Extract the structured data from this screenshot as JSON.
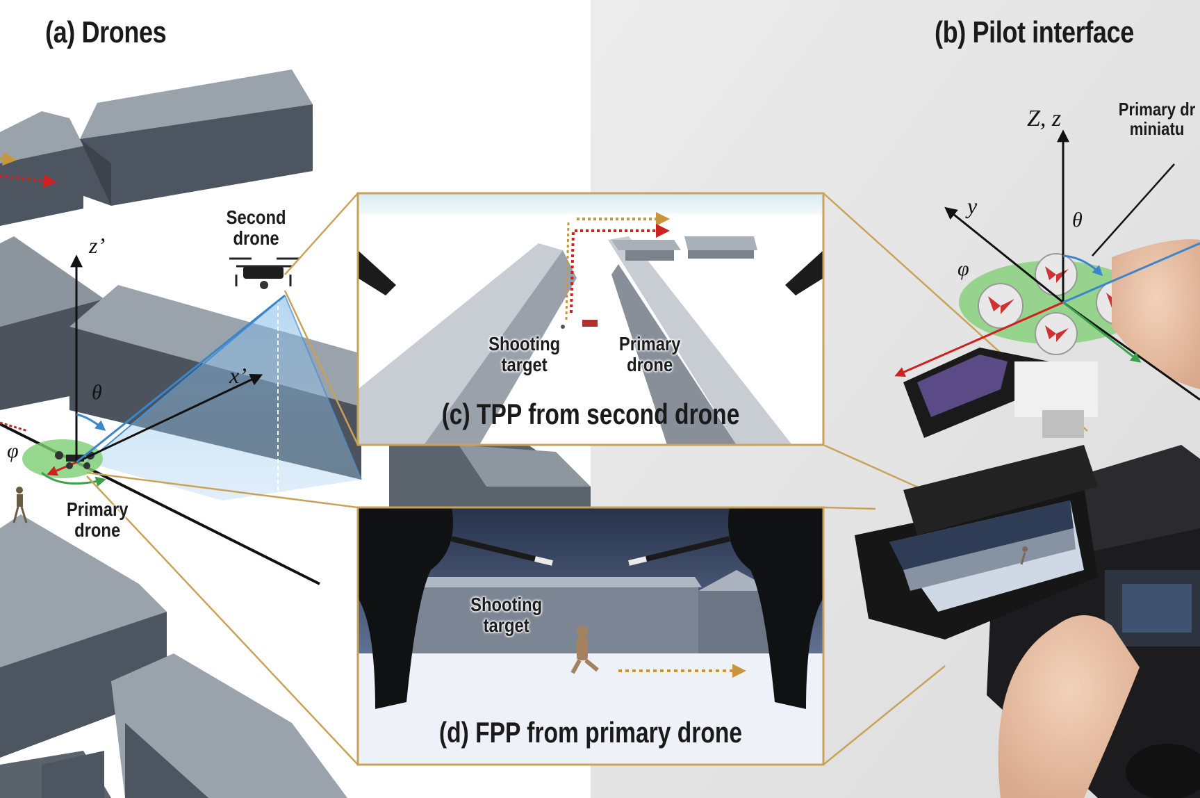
{
  "panels": {
    "a": {
      "title": "(a) Drones"
    },
    "b": {
      "title": "(b) Pilot interface"
    },
    "c": {
      "caption": "(c) TPP from second drone"
    },
    "d": {
      "caption": "(d) FPP from primary drone"
    }
  },
  "labels": {
    "second_drone": {
      "line1": "Second",
      "line2": "drone"
    },
    "primary_drone_a": {
      "line1": "Primary",
      "line2": "drone"
    },
    "shooting_target_c": {
      "line1": "Shooting",
      "line2": "target"
    },
    "primary_drone_c": {
      "line1": "Primary",
      "line2": "drone"
    },
    "shooting_target_d": {
      "line1": "Shooting",
      "line2": "target"
    },
    "primary_miniature": {
      "line1": "Primary dr",
      "line2": "miniatu"
    }
  },
  "axes": {
    "z_prime": "z’",
    "x_prime": "x’",
    "theta_a": "θ",
    "phi_a": "φ",
    "Zz": "Z, z",
    "y": "y",
    "theta_b": "θ",
    "phi_b": "φ"
  },
  "colors": {
    "frame_gold": "#c9a25a",
    "path_red": "#cc2222",
    "path_gold": "#c8963c",
    "fov_blue": "#4a90d0",
    "disc_green": "#5cb85c"
  }
}
